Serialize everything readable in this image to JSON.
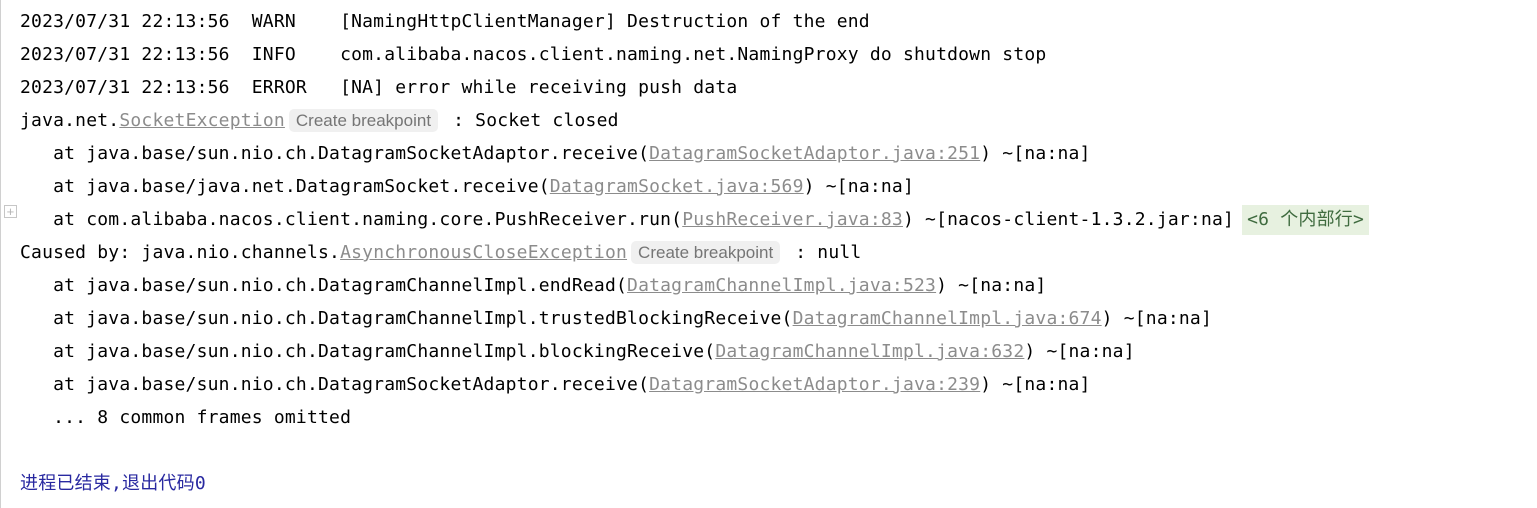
{
  "colors": {
    "background": "#ffffff",
    "plain_text": "#000000",
    "stack_link": "#8c8c8c",
    "chip_background": "#f0f0f0",
    "chip_text": "#757575",
    "fold_background": "#e7f1e0",
    "fold_text": "#3f6b3f",
    "system_output": "#2828a0",
    "gutter_border": "#d0d0d0"
  },
  "gutter": {
    "expand_icon_glyph": "+"
  },
  "console": {
    "lines": [
      {
        "segments": [
          {
            "type": "plain",
            "text": "2023/07/31 22:13:56  WARN    [NamingHttpClientManager] Destruction of the end"
          }
        ]
      },
      {
        "segments": [
          {
            "type": "plain",
            "text": "2023/07/31 22:13:56  INFO    com.alibaba.nacos.client.naming.net.NamingProxy do shutdown stop"
          }
        ]
      },
      {
        "segments": [
          {
            "type": "plain",
            "text": "2023/07/31 22:13:56  ERROR   [NA] error while receiving push data"
          }
        ]
      },
      {
        "segments": [
          {
            "type": "plain",
            "text": "java.net."
          },
          {
            "type": "link",
            "text": "SocketException"
          },
          {
            "type": "chip",
            "text": "Create breakpoint"
          },
          {
            "type": "plain",
            "text": " : Socket closed"
          }
        ]
      },
      {
        "segments": [
          {
            "type": "plain",
            "text": "   at java.base/sun.nio.ch.DatagramSocketAdaptor.receive("
          },
          {
            "type": "link",
            "text": "DatagramSocketAdaptor.java:251"
          },
          {
            "type": "plain",
            "text": ") ~[na:na]"
          }
        ]
      },
      {
        "segments": [
          {
            "type": "plain",
            "text": "   at java.base/java.net.DatagramSocket.receive("
          },
          {
            "type": "link",
            "text": "DatagramSocket.java:569"
          },
          {
            "type": "plain",
            "text": ") ~[na:na]"
          }
        ]
      },
      {
        "segments": [
          {
            "type": "plain",
            "text": "   at com.alibaba.nacos.client.naming.core.PushReceiver.run("
          },
          {
            "type": "link",
            "text": "PushReceiver.java:83"
          },
          {
            "type": "plain",
            "text": ") ~[nacos-client-1.3.2.jar:na]"
          },
          {
            "type": "fold",
            "text": "<6 个内部行>"
          }
        ]
      },
      {
        "segments": [
          {
            "type": "plain",
            "text": "Caused by: java.nio.channels."
          },
          {
            "type": "link",
            "text": "AsynchronousCloseException"
          },
          {
            "type": "chip",
            "text": "Create breakpoint"
          },
          {
            "type": "plain",
            "text": " : null"
          }
        ]
      },
      {
        "segments": [
          {
            "type": "plain",
            "text": "   at java.base/sun.nio.ch.DatagramChannelImpl.endRead("
          },
          {
            "type": "link",
            "text": "DatagramChannelImpl.java:523"
          },
          {
            "type": "plain",
            "text": ") ~[na:na]"
          }
        ]
      },
      {
        "segments": [
          {
            "type": "plain",
            "text": "   at java.base/sun.nio.ch.DatagramChannelImpl.trustedBlockingReceive("
          },
          {
            "type": "link",
            "text": "DatagramChannelImpl.java:674"
          },
          {
            "type": "plain",
            "text": ") ~[na:na]"
          }
        ]
      },
      {
        "segments": [
          {
            "type": "plain",
            "text": "   at java.base/sun.nio.ch.DatagramChannelImpl.blockingReceive("
          },
          {
            "type": "link",
            "text": "DatagramChannelImpl.java:632"
          },
          {
            "type": "plain",
            "text": ") ~[na:na]"
          }
        ]
      },
      {
        "segments": [
          {
            "type": "plain",
            "text": "   at java.base/sun.nio.ch.DatagramSocketAdaptor.receive("
          },
          {
            "type": "link",
            "text": "DatagramSocketAdaptor.java:239"
          },
          {
            "type": "plain",
            "text": ") ~[na:na]"
          }
        ]
      },
      {
        "segments": [
          {
            "type": "plain",
            "text": "   ... 8 common frames omitted"
          }
        ]
      },
      {
        "segments": []
      },
      {
        "segments": [
          {
            "type": "system",
            "text": "进程已结束,退出代码0"
          }
        ]
      }
    ]
  }
}
